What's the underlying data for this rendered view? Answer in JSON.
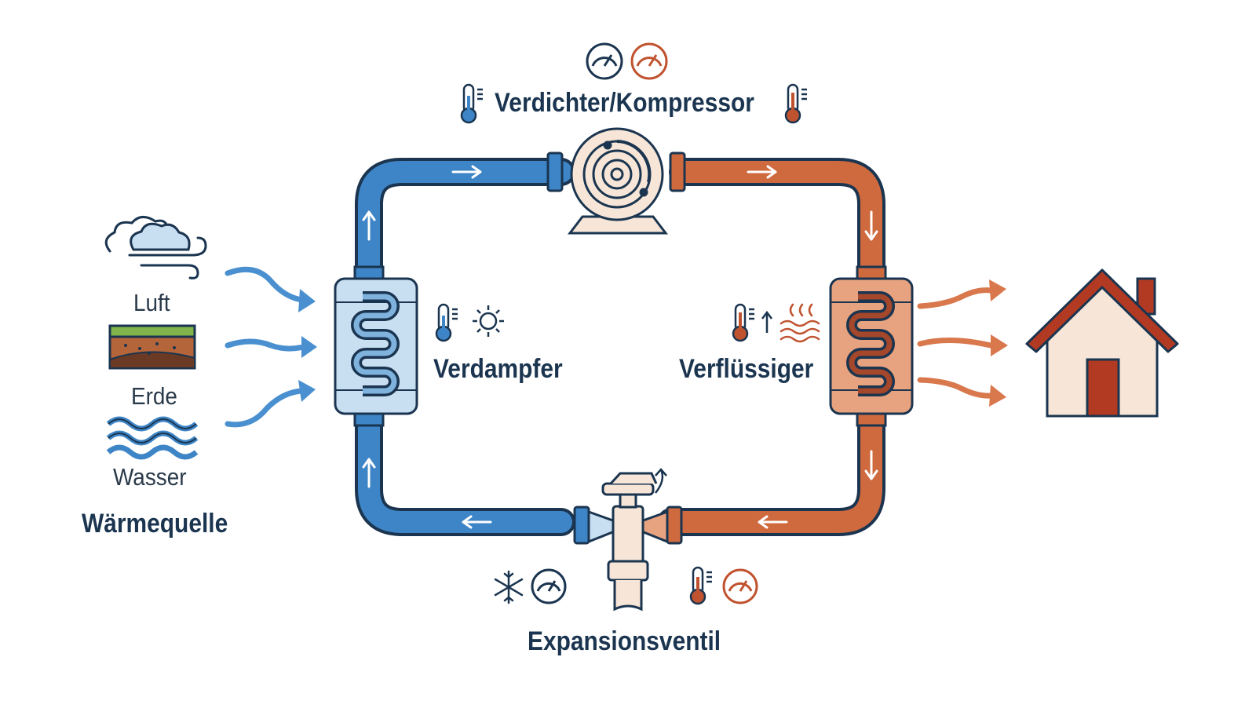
{
  "labels": {
    "compressor": "Verdichter/Kompressor",
    "evaporator": "Verdampfer",
    "condenser": "Verflüssiger",
    "expansion_valve": "Expansionsventil",
    "heat_source": "Wärmequelle"
  },
  "sources": [
    {
      "label": "Luft",
      "icon": "cloud-wind-icon"
    },
    {
      "label": "Erde",
      "icon": "soil-layers-icon"
    },
    {
      "label": "Wasser",
      "icon": "water-waves-icon"
    }
  ],
  "colors": {
    "cold": "#3d85c6",
    "hot": "#cf6a3f",
    "outline": "#1b3550",
    "roof": "#b33a22",
    "house_wall": "#f7e6d8",
    "evaporator_fill": "#c8dff2",
    "condenser_fill": "#e7a27f"
  },
  "icons": [
    "pressure-gauge-icon",
    "thermometer-icon",
    "sun-icon",
    "snowflake-icon",
    "heat-waves-icon",
    "house-icon",
    "compressor-icon",
    "expansion-valve-icon"
  ]
}
